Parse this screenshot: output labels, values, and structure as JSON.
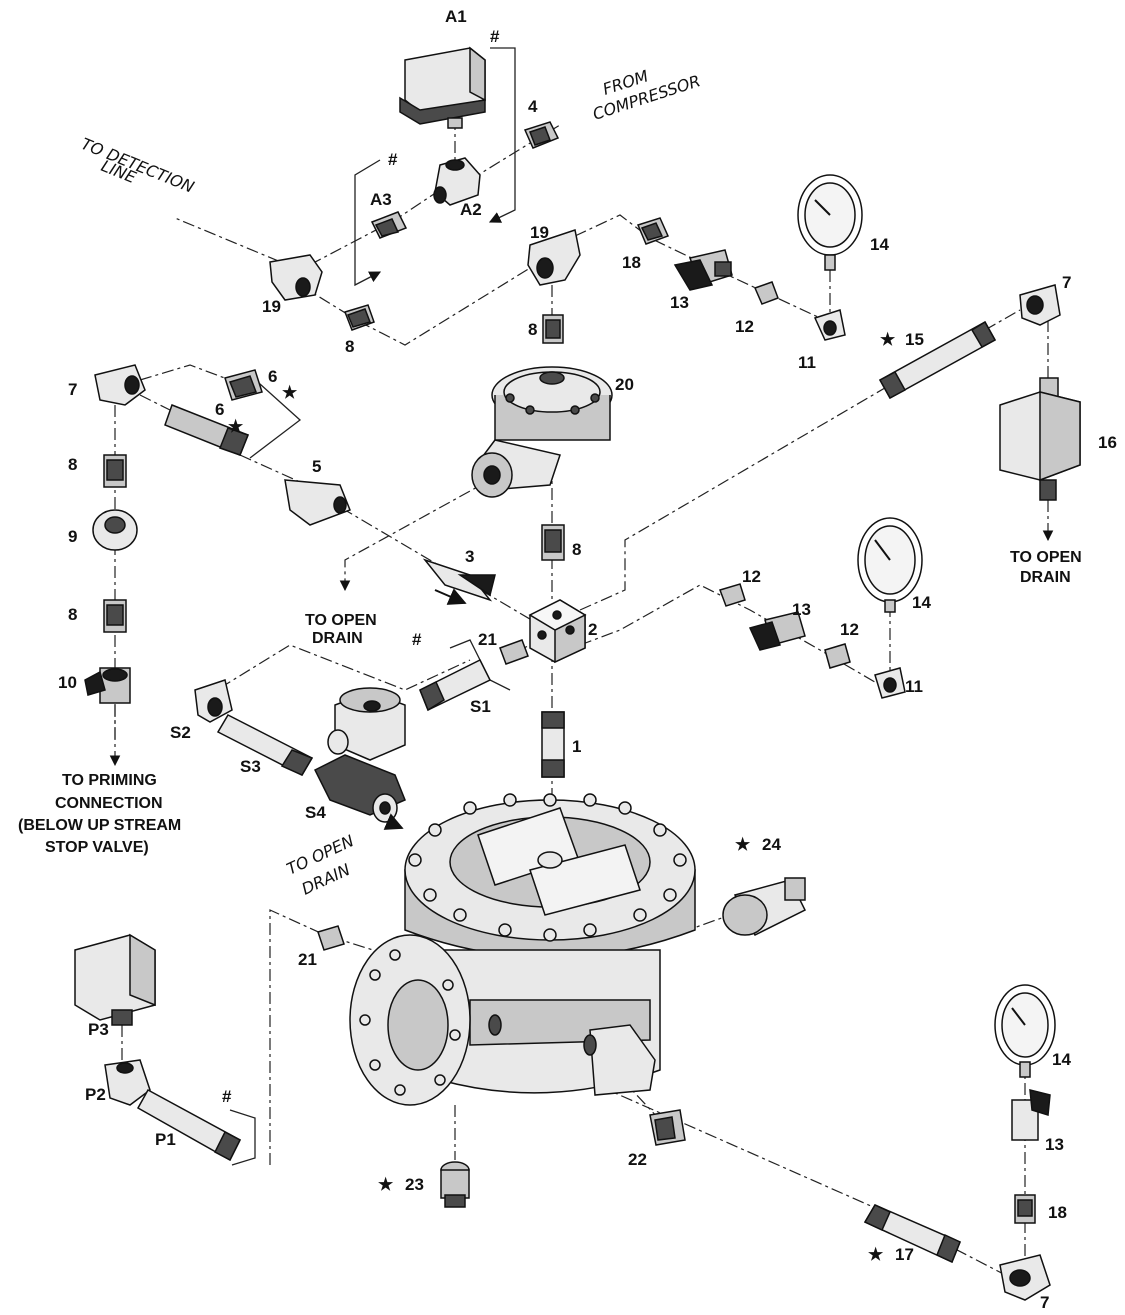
{
  "part_labels": {
    "p1": "1",
    "p2": "2",
    "p3": "3",
    "p4": "4",
    "p5": "5",
    "p6a": "6",
    "p6b": "6",
    "p7a": "7",
    "p7b": "7",
    "p7c": "7",
    "p8a": "8",
    "p8b": "8",
    "p8c": "8",
    "p8d": "8",
    "p8e": "8",
    "p9": "9",
    "p10": "10",
    "p11a": "11",
    "p11b": "11",
    "p12a": "12",
    "p12b": "12",
    "p12c": "12",
    "p13a": "13",
    "p13b": "13",
    "p13c": "13",
    "p14a": "14",
    "p14b": "14",
    "p14c": "14",
    "p15": "15",
    "p16": "16",
    "p17": "17",
    "p18a": "18",
    "p18b": "18",
    "p19a": "19",
    "p19b": "19",
    "p20": "20",
    "p21a": "21",
    "p21b": "21",
    "p22": "22",
    "p23": "23",
    "p24": "24",
    "a1": "A1",
    "a2": "A2",
    "a3": "A3",
    "s1": "S1",
    "s2": "S2",
    "s3": "S3",
    "s4": "S4",
    "pp1": "P1",
    "pp2": "P2",
    "pp3": "P3"
  },
  "annotations": {
    "from_compressor_1": "FROM",
    "from_compressor_2": "COMPRESSOR",
    "to_detection_1": "TO DETECTION",
    "to_detection_2": "LINE",
    "open_drain_mid_1": "TO OPEN",
    "open_drain_mid_2": "DRAIN",
    "open_drain_right_1": "TO OPEN",
    "open_drain_right_2": "DRAIN",
    "open_drain_sol_1": "TO OPEN",
    "open_drain_sol_2": "DRAIN",
    "priming_1": "TO PRIMING",
    "priming_2": "CONNECTION",
    "priming_3": "(BELOW UP STREAM",
    "priming_4": "STOP VALVE)",
    "hash": "#",
    "star": "★"
  }
}
